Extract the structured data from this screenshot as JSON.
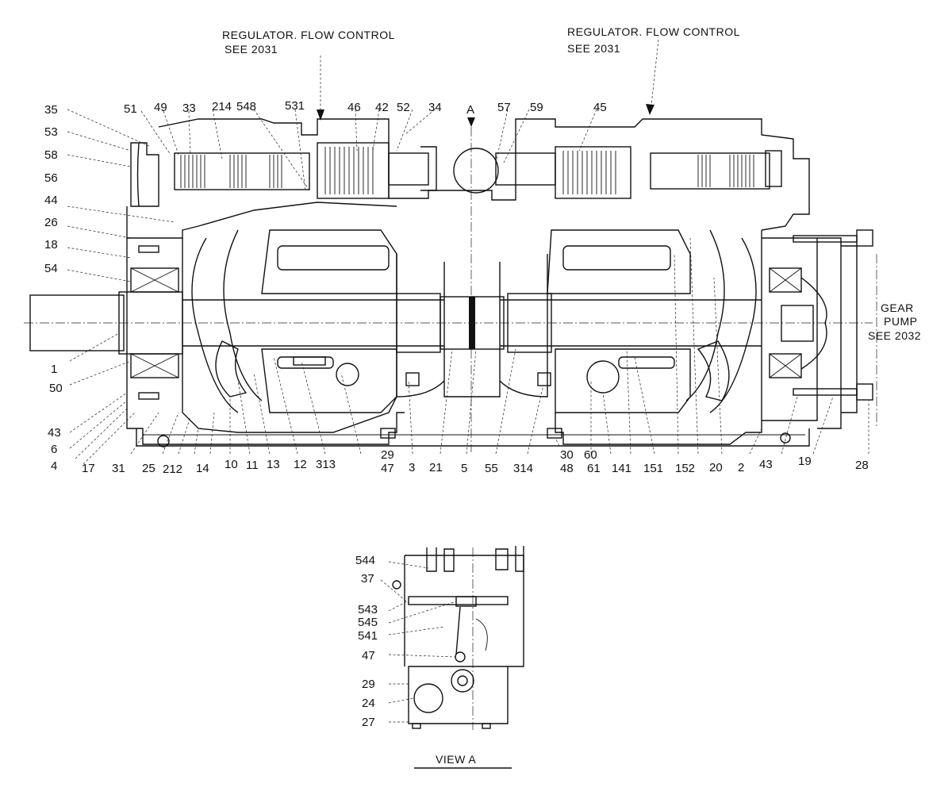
{
  "callouts": {
    "regulator_left": [
      "REGULATOR. FLOW CONTROL",
      "SEE 2031"
    ],
    "regulator_right": [
      "REGULATOR. FLOW CONTROL",
      "SEE 2031"
    ],
    "gear_pump": [
      "GEAR",
      "PUMP",
      "SEE 2032"
    ],
    "section_mark": "A",
    "view_title": "VIEW  A"
  },
  "main_labels": {
    "left_column": [
      "35",
      "53",
      "58",
      "56",
      "44",
      "26",
      "18",
      "54",
      "1",
      "50",
      "43",
      "6",
      "4"
    ],
    "top_row": [
      "51",
      "49",
      "33",
      "214",
      "548",
      "531",
      "46",
      "42",
      "52",
      "34",
      "57",
      "59",
      "45"
    ],
    "bottom_row": [
      "17",
      "31",
      "25",
      "212",
      "14",
      "10",
      "11",
      "13",
      "12",
      "313",
      "29",
      "47",
      "3",
      "21",
      "5",
      "55",
      "314",
      "30",
      "48",
      "60",
      "61",
      "141",
      "151",
      "152",
      "20",
      "2",
      "43",
      "19",
      "28"
    ]
  },
  "view_a_labels": [
    "544",
    "37",
    "543",
    "545",
    "541",
    "47",
    "29",
    "24",
    "27"
  ]
}
